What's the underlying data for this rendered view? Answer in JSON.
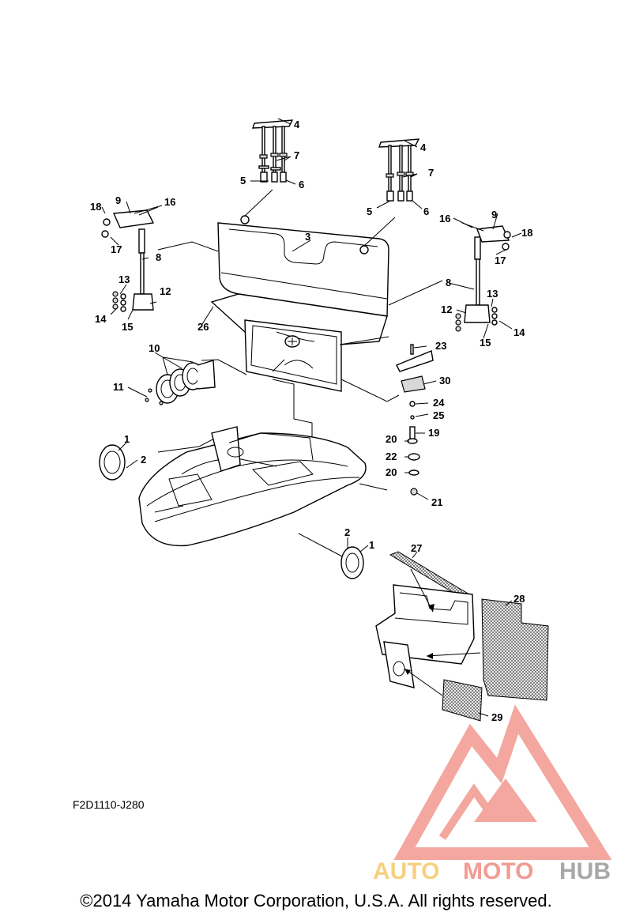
{
  "diagram": {
    "callouts": [
      "1",
      "2",
      "3",
      "4",
      "5",
      "6",
      "7",
      "8",
      "9",
      "10",
      "11",
      "12",
      "13",
      "14",
      "15",
      "16",
      "17",
      "18",
      "19",
      "20",
      "21",
      "22",
      "23",
      "24",
      "25",
      "26",
      "27",
      "28",
      "29",
      "30"
    ],
    "drawing_code": "F2D1110-J280",
    "copyright": "©2014 Yamaha Motor Corporation, U.S.A. All rights reserved."
  },
  "watermark": {
    "brand": "AUTOMOTOHUB",
    "colors": {
      "auto": "#f5c86a",
      "moto": "#f08a80",
      "hub": "#9a9a9a",
      "logo": "#f08a80"
    }
  }
}
